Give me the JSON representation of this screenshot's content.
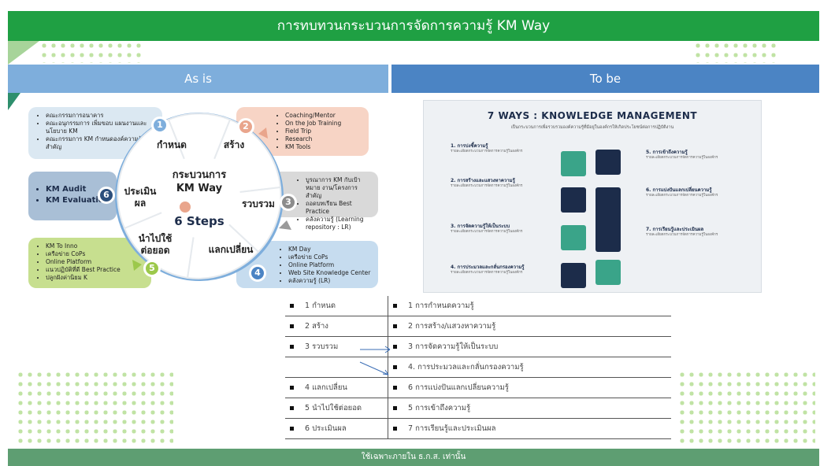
{
  "title": "การทบทวนกระบวนการจัดการความรู้ KM Way",
  "asis_header": "As is",
  "tobe_header": "To be",
  "footer": "ใช้เฉพาะภายใน ธ.ก.ส. เท่านั้น",
  "cycle": {
    "center_title_line1": "กระบวนการ",
    "center_title_line2": "KM Way",
    "center_steps": "6 Steps",
    "segments": [
      {
        "num": "1",
        "label": "กำหนด",
        "color": "#7eaedc"
      },
      {
        "num": "2",
        "label": "สร้าง",
        "color": "#e9a58c"
      },
      {
        "num": "3",
        "label": "รวบรวม",
        "color": "#8c8c8c"
      },
      {
        "num": "4",
        "label": "แลกเปลี่ยน",
        "color": "#4b84c4"
      },
      {
        "num": "5",
        "label_line1": "นำไปใช้",
        "label_line2": "ต่อยอด",
        "color": "#9cc84b"
      },
      {
        "num": "6",
        "label_line1": "ประเมิน",
        "label_line2": "ผล",
        "color": "#2c4f7c"
      }
    ],
    "box1": [
      "คณะกรรมการอนาคาร",
      "คณะอนุกรรมการ เพิ่มขอบ แผนงานและนโยบาย KM",
      "คณะกรรมการ KM กำหนดองค์ความรู้สำคัญ"
    ],
    "box2": [
      "Coaching/Mentor",
      "On the Job Training",
      "Field Trip",
      "Research",
      "KM Tools"
    ],
    "box3": [
      "บูรณาการ KM กับเป้าหมาย งาน/โครงการสำคัญ",
      "ถอดบทเรียน Best Practice",
      "คลังความรู้ (Learning repository : LR)"
    ],
    "box4": [
      "KM Day",
      "เครือข่าย CoPs",
      "Online Platform",
      "Web Site Knowledge Center",
      "คลังความรู้ (LR)"
    ],
    "box5": [
      "KM To Inno",
      "เครือข่าย CoPs",
      "Online Platform",
      "แนวปฏิบัติที่ดี Best Practice",
      "ปลูกฝังค่านิยม K"
    ],
    "box6": [
      "KM Audit",
      "KM Evaluation"
    ]
  },
  "km7": {
    "title": "7 WAYS : KNOWLEDGE MANAGEMENT",
    "subtitle": "เป็นกระบวนการเพื่อรวบรวมองค์ความรู้ที่มีอยู่ในองค์กรให้เกิดประโยชน์ต่อการปฏิบัติงาน",
    "left_steps": [
      "1. การบ่งชี้ความรู้",
      "2. การสร้างและแสวงหาความรู้",
      "3. การจัดความรู้ให้เป็นระบบ",
      "4. การประมวลและกลั่นกรองความรู้"
    ],
    "right_steps": [
      "5. การเข้าถึงความรู้",
      "6. การแบ่งปันแลกเปลี่ยนความรู้",
      "7. การเรียนรู้และประเมินผล"
    ],
    "desc": "รายละเอียดกระบวนการจัดการความรู้ในองค์กร"
  },
  "table": [
    {
      "left": "1 กำหนด",
      "right": "1 การกำหนดความรู้"
    },
    {
      "left": "2 สร้าง",
      "right": "2 การสร้าง/แสวงหาความรู้"
    },
    {
      "left": "3 รวบรวม",
      "right": "3 การจัดความรู้ให้เป็นระบบ"
    },
    {
      "left": "",
      "right": "4. การประมวลและกลั่นกรองความรู้"
    },
    {
      "left": "4 แลกเปลี่ยน",
      "right": "6 การแบ่งปันแลกเปลี่ยนความรู้"
    },
    {
      "left": "5 นำไปใช้ต่อยอด",
      "right": "5 การเข้าถึงความรู้"
    },
    {
      "left": "6 ประเมินผล",
      "right": "7 การเรียนรู้และประเมินผล"
    }
  ],
  "colors": {
    "green": "#1fa043",
    "asis": "#7eaedc",
    "tobe": "#4b84c4",
    "footer": "#5e9e72",
    "navy": "#1c2c4a",
    "teal": "#3aa489"
  }
}
